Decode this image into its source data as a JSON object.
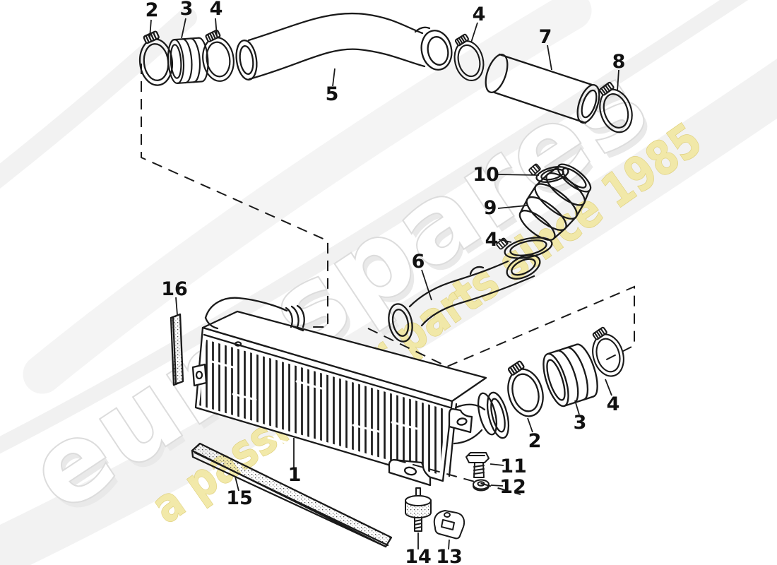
{
  "page": {
    "background": "#ffffff",
    "line_color": "#1a1a1a"
  },
  "watermark": {
    "brand": "eurospares",
    "tagline": "a passion for parts since 1985",
    "brand_fill": "#ffffff",
    "brand_outline": "#dcdcdc",
    "brand_shadow": "#e9e9e9",
    "tagline_fill": "#f1e7a0",
    "tagline_outline": "#ddcd74",
    "swoosh_color": "#ededed"
  },
  "diagram": {
    "type": "exploded-parts-diagram",
    "callouts": {
      "n1": "1",
      "n2a": "2",
      "n2b": "2",
      "n3a": "3",
      "n3b": "3",
      "n4a": "4",
      "n4b": "4",
      "n4c": "4",
      "n4d": "4",
      "n5": "5",
      "n6": "6",
      "n7": "7",
      "n8": "8",
      "n9": "9",
      "n10": "10",
      "n11": "11",
      "n12": "12",
      "n13": "13",
      "n14": "14",
      "n15": "15",
      "n16": "16"
    }
  }
}
